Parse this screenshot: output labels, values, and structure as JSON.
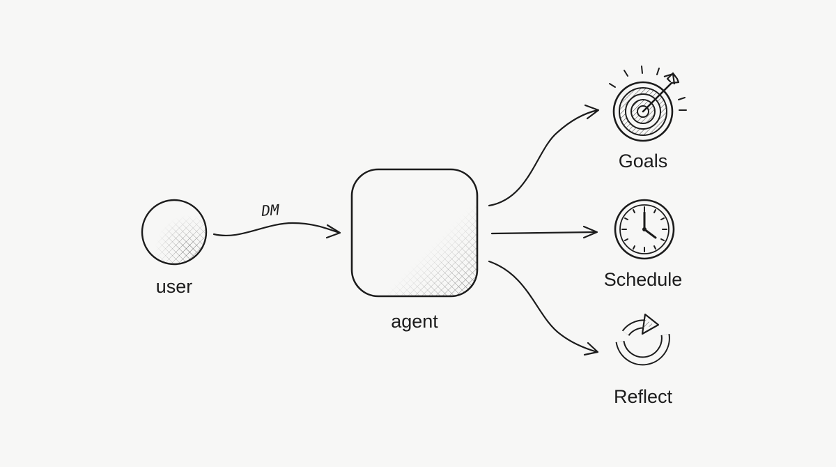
{
  "nodes": {
    "user": {
      "label": "user"
    },
    "agent": {
      "label": "agent"
    },
    "goals": {
      "label": "Goals",
      "icon": "target-icon"
    },
    "schedule": {
      "label": "Schedule",
      "icon": "clock-icon"
    },
    "reflect": {
      "label": "Reflect",
      "icon": "refresh-icon"
    }
  },
  "edges": {
    "user_to_agent": {
      "label": "DM"
    }
  },
  "colors": {
    "ink": "#1c1c1c",
    "background": "#f7f7f6"
  }
}
